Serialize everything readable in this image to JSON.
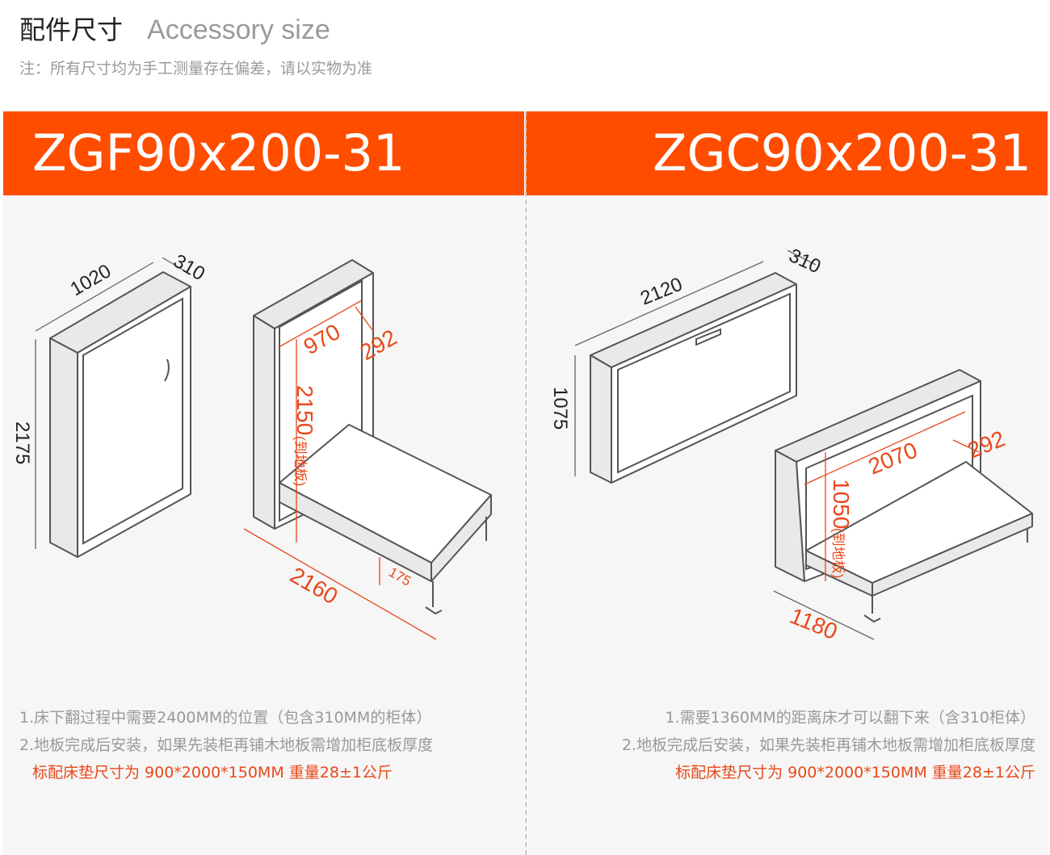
{
  "header": {
    "title_cn": "配件尺寸",
    "title_en": "Accessory size",
    "note": "注：所有尺寸均为手工测量存在偏差，请以实物为准"
  },
  "models": {
    "left": {
      "name": "ZGF90x200-31",
      "dims": {
        "width": "1020",
        "depth": "310",
        "height": "2175",
        "inner_width": "970",
        "inner_depth": "292",
        "floor_height": "2150",
        "floor_note": "(到地板)",
        "length": "2160",
        "leg": "175"
      },
      "notes": [
        "1.床下翻过程中需要2400MM的位置（包含310MM的柜体）",
        "2.地板完成后安装，如果先装柜再铺木地板需增加柜底板厚度"
      ],
      "spec": "标配床垫尺寸为 900*2000*150MM 重量28±1公斤"
    },
    "right": {
      "name": "ZGC90x200-31",
      "dims": {
        "width": "2120",
        "depth": "310",
        "height": "1075",
        "inner_width": "2070",
        "inner_depth": "292",
        "floor_height": "1050",
        "floor_note": "(到地板)",
        "length": "1180"
      },
      "notes": [
        "1.需要1360MM的距离床才可以翻下来（含310柜体）",
        "2.地板完成后安装，如果先装柜再铺木地板需增加柜底板厚度"
      ],
      "spec": "标配床垫尺寸为 900*2000*150MM 重量28±1公斤"
    }
  },
  "colors": {
    "accent": "#ff4d00",
    "dim_orange": "#e8481a",
    "dim_black": "#222222"
  }
}
